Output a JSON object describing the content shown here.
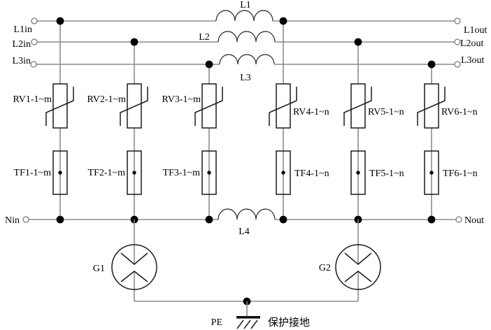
{
  "colors": {
    "background": "#ffffff",
    "wire": "#8c8c8c",
    "symbol": "#1a1a1a",
    "text": "#000000"
  },
  "terminals": {
    "l1in": "L1in",
    "l2in": "L2in",
    "l3in": "L3in",
    "nin": "Nin",
    "l1out": "L1out",
    "l2out": "L2out",
    "l3out": "L3out",
    "nout": "Nout"
  },
  "inductors": {
    "l1": "L1",
    "l2": "L2",
    "l3": "L3",
    "l4": "L4"
  },
  "varistors": [
    "RV1-1~m",
    "RV2-1~m",
    "RV3-1~m",
    "RV4-1~n",
    "RV5-1~n",
    "RV6-1~n"
  ],
  "fuses": [
    "TF1-1~m",
    "TF2-1~m",
    "TF3-1~m",
    "TF4-1~n",
    "TF5-1~n",
    "TF6-1~n"
  ],
  "arresters": [
    "G1",
    "G2"
  ],
  "ground": {
    "label": "PE",
    "annotation": "保护接地"
  }
}
